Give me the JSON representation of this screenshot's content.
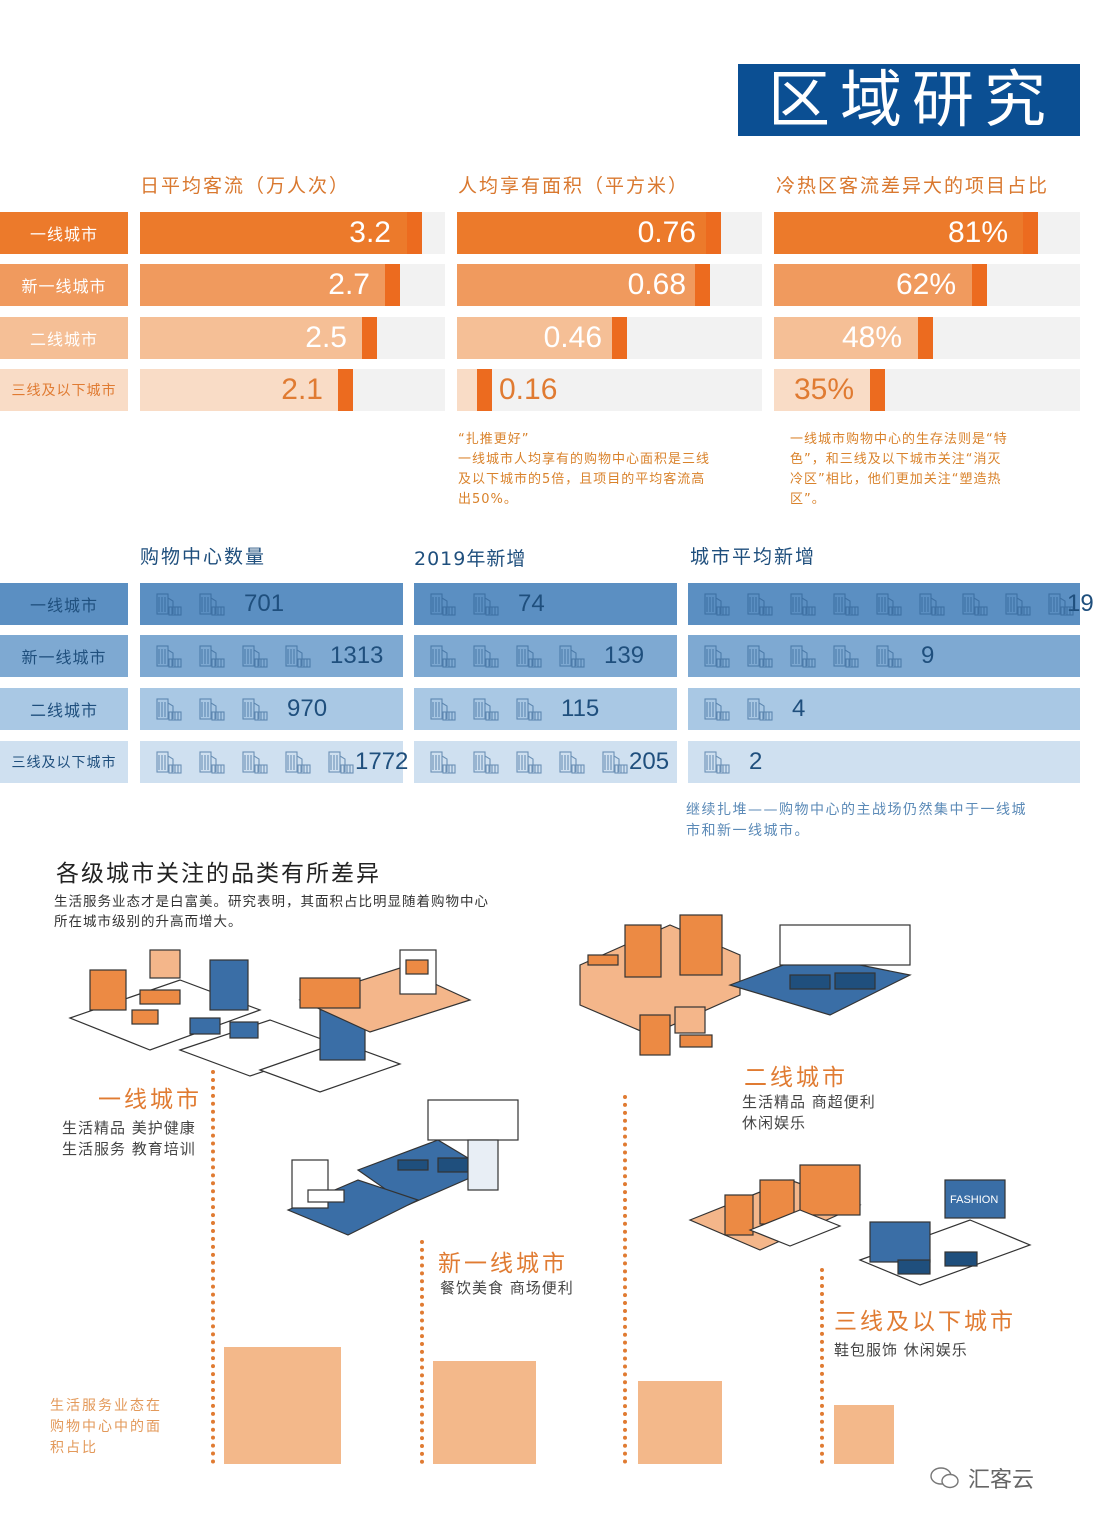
{
  "header": {
    "title": "区域研究"
  },
  "cities": [
    "一线城市",
    "新一线城市",
    "二线城市",
    "三线及以下城市"
  ],
  "section1": {
    "columns": [
      {
        "title": "日平均客流（万人次）",
        "values": [
          "3.2",
          "2.7",
          "2.5",
          "2.1"
        ]
      },
      {
        "title": "人均享有面积（平方米）",
        "values": [
          "0.76",
          "0.68",
          "0.46",
          "0.16"
        ]
      },
      {
        "title": "冷热区客流差异大的项目占比",
        "values": [
          "81%",
          "62%",
          "48%",
          "35%"
        ]
      }
    ],
    "notes": [
      {
        "lines": [
          "“扎推更好”",
          "一线城市人均享有的购物中心面积是三线",
          "及以下城市的5倍，且项目的平均客流高",
          "出50%。"
        ]
      },
      {
        "lines": [
          "一线城市购物中心的生存法则是“特",
          "色”，和三线及以下城市关注“消灭",
          "冷区”相比，他们更加关注“塑造热",
          "区”。"
        ]
      }
    ]
  },
  "section2": {
    "columns": [
      {
        "title": "购物中心数量",
        "values": [
          "701",
          "1313",
          "970",
          "1772"
        ],
        "icons": [
          2,
          4,
          3,
          5
        ]
      },
      {
        "title": "2019年新增",
        "values": [
          "74",
          "139",
          "115",
          "205"
        ],
        "icons": [
          2,
          4,
          3,
          5
        ]
      },
      {
        "title": "城市平均新增",
        "values": [
          "19",
          "9",
          "4",
          "2"
        ],
        "icons": [
          9,
          5,
          2,
          1
        ]
      }
    ],
    "icon_name": "shopping-mall-building-icon",
    "note": [
      "继续扎堆——购物中心的主战场仍然集中于一线城",
      "市和新一线城市。"
    ]
  },
  "section3": {
    "title": "各级城市关注的品类有所差异",
    "subtitle": [
      "生活服务业态才是白富美。研究表明，其面积占比明显随着购物中心",
      "所在城市级别的升高而增大。"
    ],
    "tiers": [
      {
        "name": "一线城市",
        "tags": [
          "生活精品  美护健康",
          "生活服务  教育培训"
        ]
      },
      {
        "name": "新一线城市",
        "tags": [
          "餐饮美食  商场便利"
        ]
      },
      {
        "name": "二线城市",
        "tags": [
          "生活精品  商超便利",
          "休闲娱乐"
        ]
      },
      {
        "name": "三线及以下城市",
        "tags": [
          "鞋包服饰  休闲娱乐"
        ]
      }
    ],
    "axis_note": [
      "生活服务业态在",
      "购物中心中的面",
      "积占比"
    ],
    "illustration_labels": {
      "fashion_sign": "FASHION"
    }
  },
  "watermark": {
    "brand": "汇客云"
  },
  "colors": {
    "orange_dark": "#ec7a2b",
    "orange_mid": "#f09a5e",
    "orange_light": "#f5bf96",
    "orange_pale": "#f9dcc6",
    "orange_accent": "#ec6b1f",
    "blue_title": "#0b4f93",
    "blue_dark": "#5b8fc2",
    "blue_mid": "#7ea9d2",
    "blue_light": "#a9c8e4",
    "blue_pale": "#cfe0f0",
    "square_fill": "#f3b88a"
  },
  "chart_data": [
    {
      "type": "bar",
      "title": "日平均客流（万人次）",
      "categories": [
        "一线城市",
        "新一线城市",
        "二线城市",
        "三线及以下城市"
      ],
      "values": [
        3.2,
        2.7,
        2.5,
        2.1
      ],
      "orientation": "horizontal"
    },
    {
      "type": "bar",
      "title": "人均享有面积（平方米）",
      "categories": [
        "一线城市",
        "新一线城市",
        "二线城市",
        "三线及以下城市"
      ],
      "values": [
        0.76,
        0.68,
        0.46,
        0.16
      ],
      "orientation": "horizontal"
    },
    {
      "type": "bar",
      "title": "冷热区客流差异大的项目占比",
      "categories": [
        "一线城市",
        "新一线城市",
        "二线城市",
        "三线及以下城市"
      ],
      "values": [
        81,
        62,
        48,
        35
      ],
      "unit": "%",
      "orientation": "horizontal"
    },
    {
      "type": "table",
      "title": "购物中心数量",
      "categories": [
        "一线城市",
        "新一线城市",
        "二线城市",
        "三线及以下城市"
      ],
      "values": [
        701,
        1313,
        970,
        1772
      ]
    },
    {
      "type": "table",
      "title": "2019年新增",
      "categories": [
        "一线城市",
        "新一线城市",
        "二线城市",
        "三线及以下城市"
      ],
      "values": [
        74,
        139,
        115,
        205
      ]
    },
    {
      "type": "table",
      "title": "城市平均新增",
      "categories": [
        "一线城市",
        "新一线城市",
        "二线城市",
        "三线及以下城市"
      ],
      "values": [
        19,
        9,
        4,
        2
      ]
    },
    {
      "type": "bar",
      "title": "生活服务业态在购物中心中的面积占比",
      "categories": [
        "一线城市",
        "新一线城市",
        "二线城市",
        "三线及以下城市"
      ],
      "values": [
        117,
        103,
        83,
        58
      ],
      "ylabel": "relative bar height (px, unlabeled)",
      "note": "no numeric labels shown; decreasing with city tier"
    }
  ]
}
